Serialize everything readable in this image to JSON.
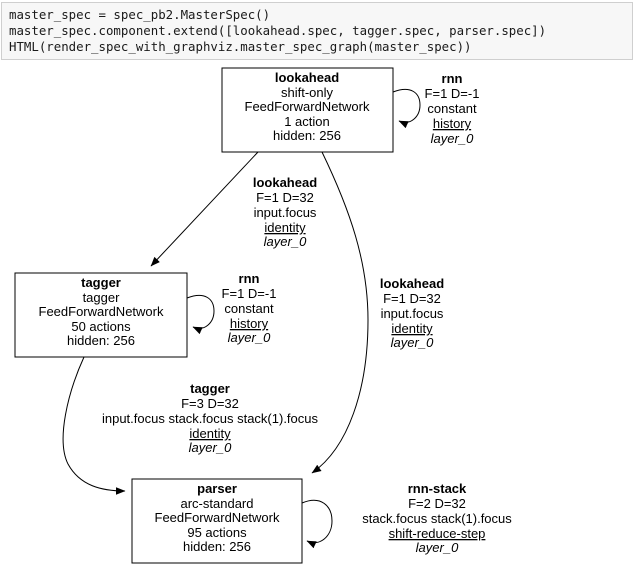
{
  "code_cell": {
    "lines": [
      "master_spec = spec_pb2.MasterSpec()",
      "master_spec.component.extend([lookahead.spec, tagger.spec, parser.spec])",
      "HTML(render_spec_with_graphviz.master_spec_graph(master_spec))"
    ]
  },
  "graph": {
    "nodes": [
      {
        "title": "lookahead",
        "lines": [
          "shift-only",
          "FeedForwardNetwork",
          "1 action",
          "hidden: 256"
        ]
      },
      {
        "title": "tagger",
        "lines": [
          "tagger",
          "FeedForwardNetwork",
          "50 actions",
          "hidden: 256"
        ]
      },
      {
        "title": "parser",
        "lines": [
          "arc-standard",
          "FeedForwardNetwork",
          "95 actions",
          "hidden: 256"
        ]
      }
    ],
    "edge_labels": [
      {
        "title": "rnn",
        "fd": "F=1 D=-1",
        "source": "constant",
        "translator": "history",
        "layer": "layer_0"
      },
      {
        "title": "lookahead",
        "fd": "F=1 D=32",
        "source": "input.focus",
        "translator": "identity",
        "layer": "layer_0"
      },
      {
        "title": "rnn",
        "fd": "F=1 D=-1",
        "source": "constant",
        "translator": "history",
        "layer": "layer_0"
      },
      {
        "title": "lookahead",
        "fd": "F=1 D=32",
        "source": "input.focus",
        "translator": "identity",
        "layer": "layer_0"
      },
      {
        "title": "tagger",
        "fd": "F=3 D=32",
        "source": "input.focus stack.focus stack(1).focus",
        "translator": "identity",
        "layer": "layer_0"
      },
      {
        "title": "rnn-stack",
        "fd": "F=2 D=32",
        "source": "stack.focus stack(1).focus",
        "translator": "shift-reduce-step",
        "layer": "layer_0"
      }
    ]
  },
  "colors": {
    "cell_background": "#f7f7f7",
    "cell_border": "#cfcfcf",
    "code_text": "#1a1a1a",
    "diagram_ink": "#000000",
    "canvas": "#ffffff"
  }
}
